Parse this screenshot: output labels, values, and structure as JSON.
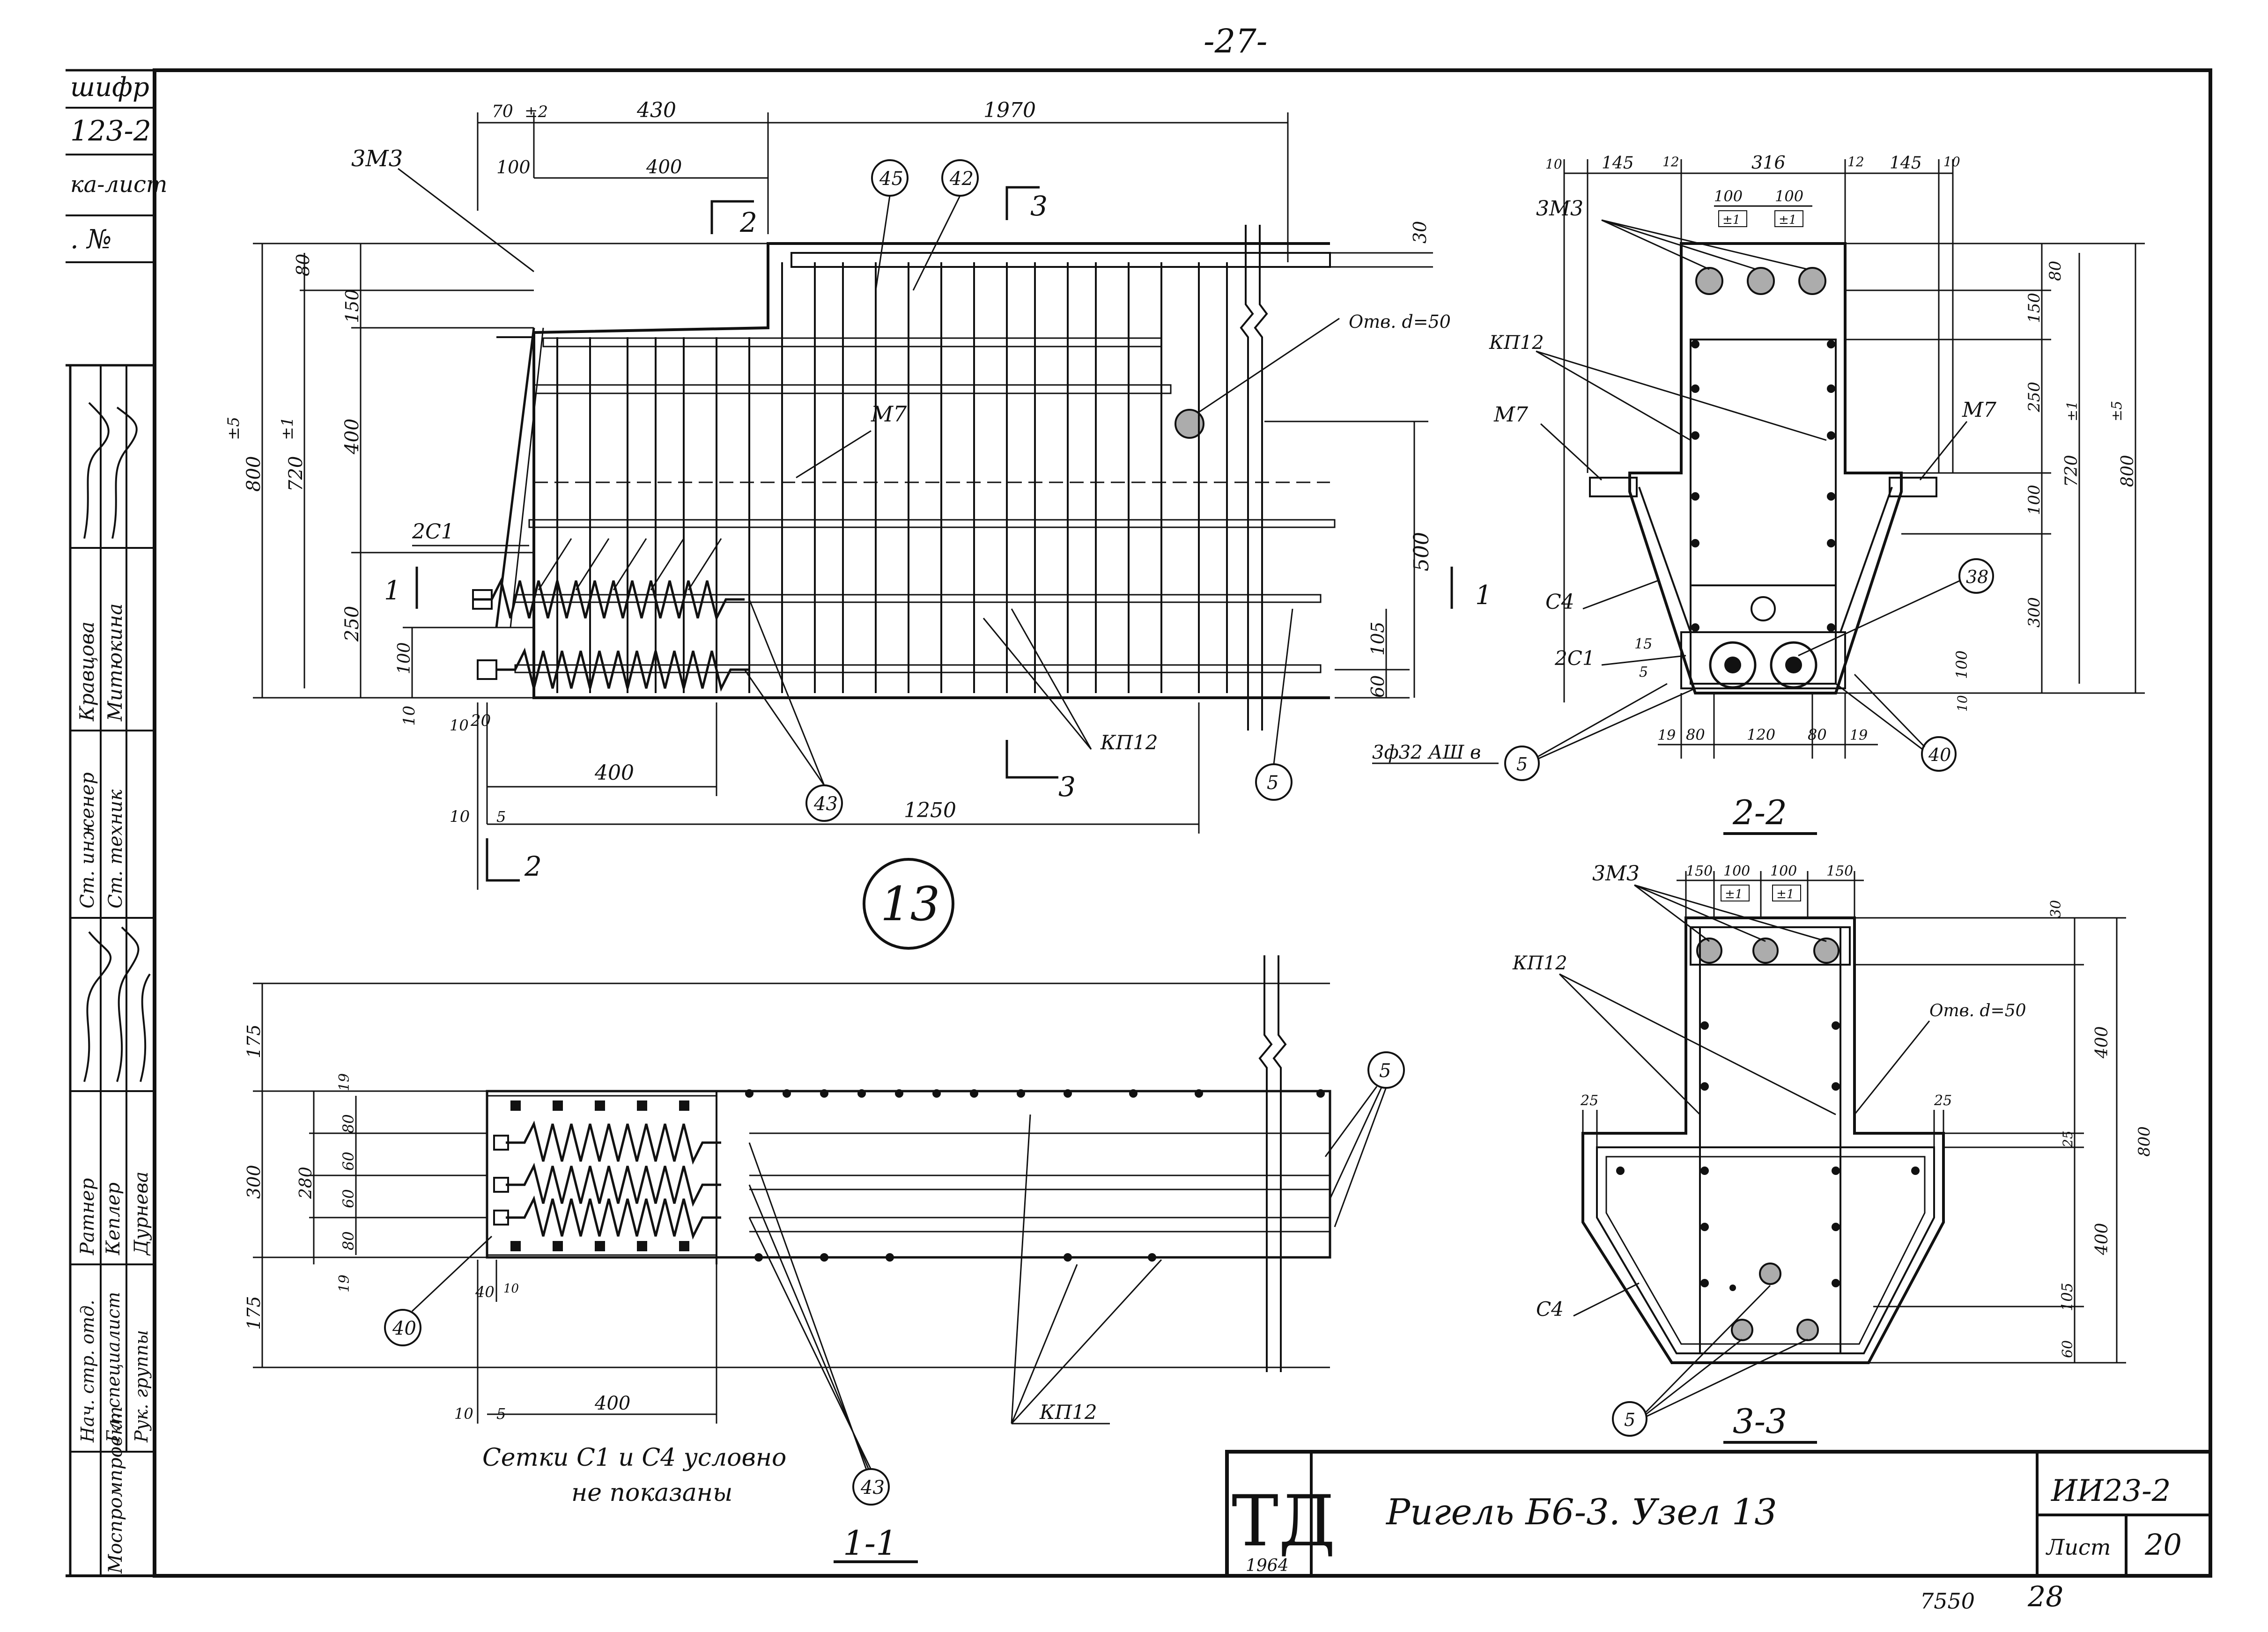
{
  "page": {
    "number": "-27-",
    "footer_left": "7550",
    "footer_right": "28"
  },
  "left_strip": {
    "top_labels": [
      "шифр",
      "123-2",
      "ка-лист",
      ". №"
    ],
    "roles": [
      "Кравцова",
      "Митюкина",
      "Ст. инженер",
      "Ст. техник",
      "Ратнер",
      "Кеплер",
      "Дурнева",
      "Нач. стр. отд.",
      "Гл. специалист",
      "Рук. группы",
      "Моспромпроект"
    ]
  },
  "title_block": {
    "logo": "ТД",
    "year": "1964",
    "title": "Ригель Б6-3. Узел 13",
    "code": "ИИ23-2",
    "sheet_label": "Лист",
    "sheet_no": "20"
  },
  "node_label": "13",
  "elevation": {
    "dims_top": [
      "70",
      "±2",
      "430",
      "1970",
      "100",
      "400"
    ],
    "dims_left": [
      "800",
      "±5",
      "720",
      "±1",
      "80",
      "150",
      "400",
      "250",
      "100",
      "10"
    ],
    "dims_right": [
      "30",
      "500",
      "105",
      "60"
    ],
    "dims_bottom": [
      "20",
      "10",
      "400",
      "1250",
      "10",
      "5"
    ],
    "labels": [
      "3М3",
      "М7",
      "2С1",
      "Отв. d=50",
      "КП12"
    ],
    "callouts": [
      "45",
      "42",
      "43",
      "5"
    ],
    "section_marks": [
      "2",
      "3",
      "1",
      "1",
      "3",
      "2"
    ]
  },
  "section_11": {
    "title": "1-1",
    "dims_left": [
      "175",
      "300",
      "175",
      "19",
      "280",
      "80",
      "60",
      "60",
      "80",
      "19"
    ],
    "dims_bottom": [
      "40",
      "10",
      "10",
      "5",
      "400"
    ],
    "labels": [
      "КП12"
    ],
    "callouts": [
      "5",
      "40",
      "43"
    ],
    "note_line1": "Сетки С1 и С4 условно",
    "note_line2": "не показаны"
  },
  "section_22": {
    "title": "2-2",
    "dims_top": [
      "10",
      "145",
      "12",
      "316",
      "12",
      "145",
      "10",
      "100",
      "100",
      "±1",
      "±1"
    ],
    "dims_right": [
      "80",
      "150",
      "250",
      "100",
      "300",
      "100",
      "10",
      "720",
      "±1",
      "800",
      "±5"
    ],
    "dims_bottom": [
      "15",
      "5",
      "19",
      "80",
      "120",
      "80",
      "19"
    ],
    "labels": [
      "3М3",
      "КП12",
      "М7",
      "М7",
      "С4",
      "2С1",
      "3ф32 АШ в"
    ],
    "callouts": [
      "38",
      "5",
      "40"
    ]
  },
  "section_33": {
    "title": "3-3",
    "dims_top": [
      "150",
      "100",
      "100",
      "150",
      "±1",
      "±1",
      "30"
    ],
    "dims_right": [
      "400",
      "25",
      "400",
      "105",
      "60",
      "800"
    ],
    "dims_side": [
      "25",
      "25"
    ],
    "labels": [
      "3М3",
      "КП12",
      "Отв. d=50",
      "С4"
    ],
    "callouts": [
      "5"
    ]
  }
}
